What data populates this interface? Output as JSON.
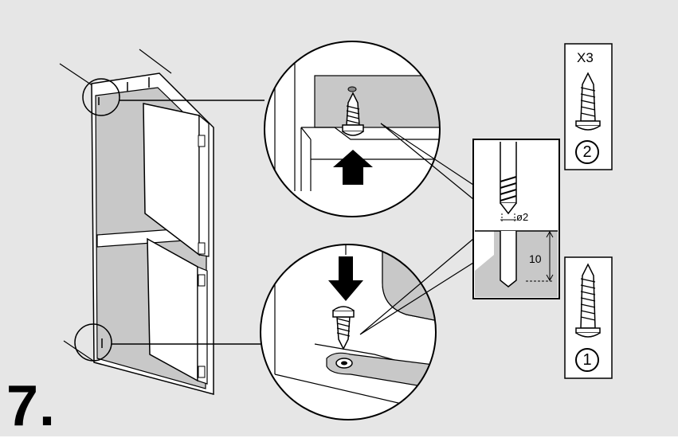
{
  "step": {
    "number": "7."
  },
  "screw_long": {
    "quantity": "X3",
    "marker": "2"
  },
  "screw_short": {
    "marker": "1"
  },
  "drill_detail": {
    "diameter": "ø2",
    "depth": "10"
  },
  "colors": {
    "background": "#e6e6e6",
    "panel": "#ffffff",
    "cabinet_gray": "#c8c8c8",
    "line": "#000000"
  },
  "icons": [
    "screw-icon",
    "arrow-up-icon",
    "arrow-down-icon",
    "drill-bit-icon"
  ]
}
